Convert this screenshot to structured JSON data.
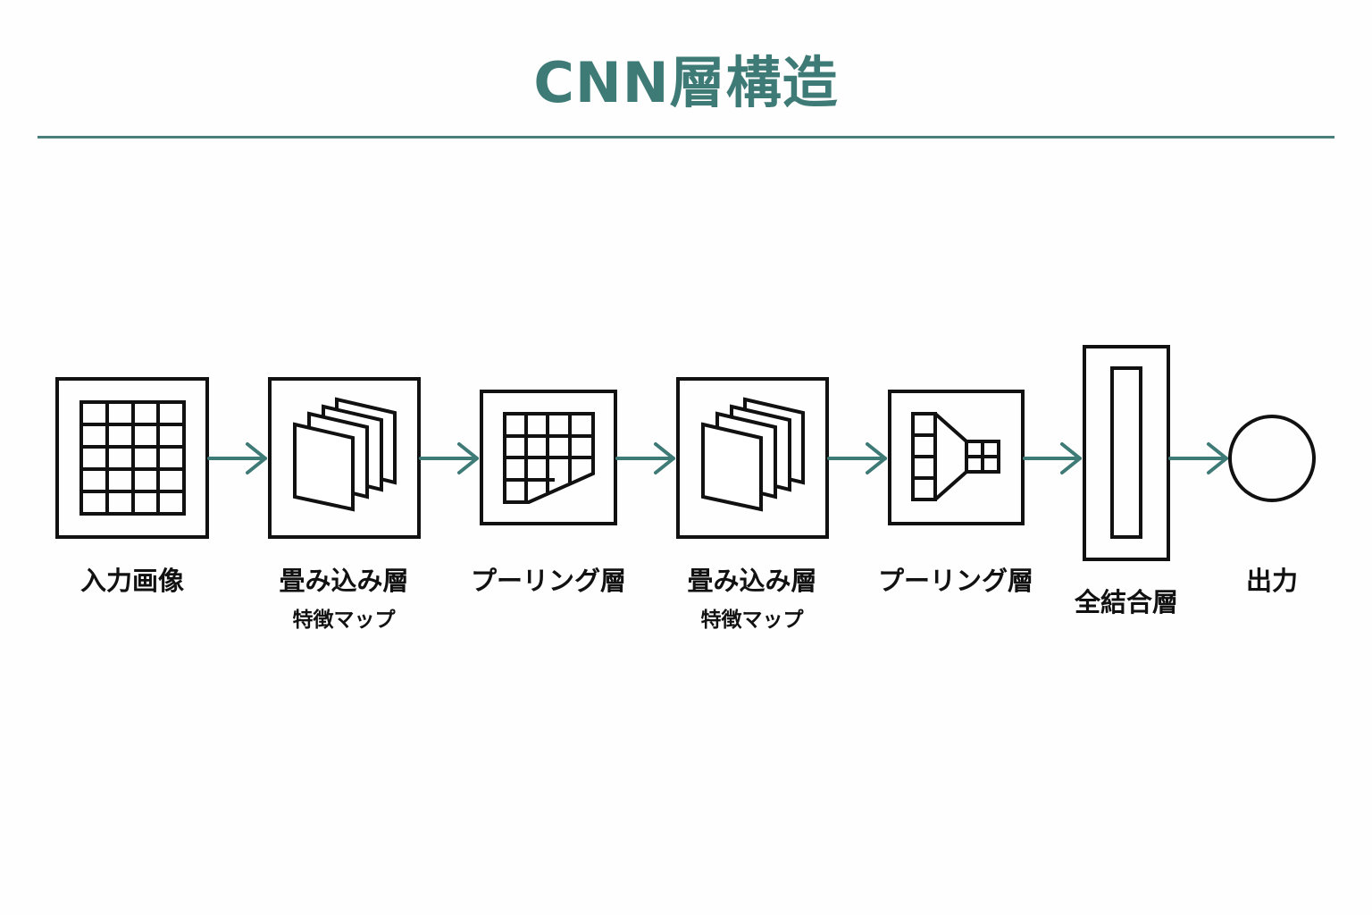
{
  "title": "CNN層構造",
  "colors": {
    "accent": "#3e7a76",
    "stroke": "#111111"
  },
  "nodes": [
    {
      "label": "入力画像",
      "sublabel": "",
      "icon": "input-grid-icon"
    },
    {
      "label": "畳み込み層",
      "sublabel": "特徴マップ",
      "icon": "stacked-feature-maps-icon"
    },
    {
      "label": "プーリング層",
      "sublabel": "",
      "icon": "pooling-grid-icon"
    },
    {
      "label": "畳み込み層",
      "sublabel": "特徴マップ",
      "icon": "stacked-feature-maps-icon"
    },
    {
      "label": "プーリング層",
      "sublabel": "",
      "icon": "funnel-pooling-icon"
    },
    {
      "label": "全結合層",
      "sublabel": "",
      "icon": "fully-connected-bar-icon"
    },
    {
      "label": "出力",
      "sublabel": "",
      "icon": "output-circle-icon"
    }
  ]
}
